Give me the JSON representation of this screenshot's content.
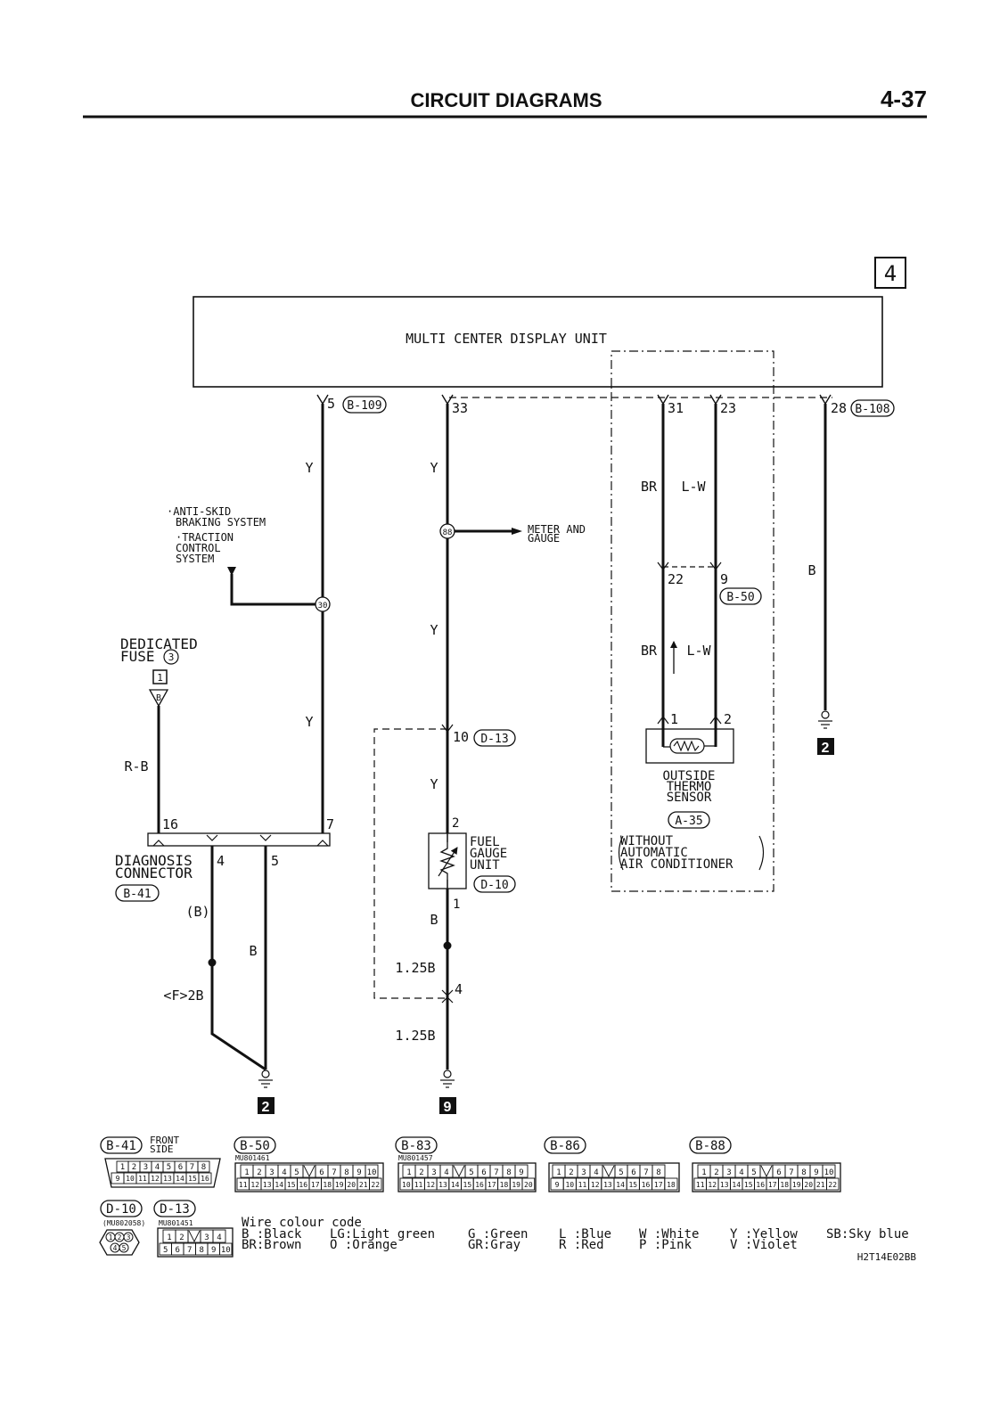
{
  "header": {
    "title": "CIRCUIT DIAGRAMS",
    "page_number": "4-37"
  },
  "sheet_box": "4",
  "unit_label": "MULTI CENTER DISPLAY UNIT",
  "terminals": {
    "t5": "5",
    "c_b109": "B-109",
    "t33": "33",
    "t31": "31",
    "t23": "23",
    "t28": "28",
    "c_b108": "B-108",
    "t22": "22",
    "t9": "9",
    "c_b50": "B-50",
    "t1s": "1",
    "t2s": "2",
    "t10": "10",
    "c_d13": "D-13",
    "t2f": "2",
    "t1f": "1",
    "t4": "4",
    "t16": "16",
    "t7": "7",
    "t4d": "4",
    "t5d": "5"
  },
  "wires": {
    "w_y1": "Y",
    "w_y2": "Y",
    "w_y3": "Y",
    "w_y4": "Y",
    "w_y5": "Y",
    "w_br1": "BR",
    "w_lw1": "L-W",
    "w_br2": "BR",
    "w_lw2": "L-W",
    "w_b_right": "B",
    "w_rb": "R-B",
    "w_b_paren": "(B)",
    "w_b_diag": "B",
    "w_f2b": "<F>2B",
    "w_b_fuel": "B",
    "w_125b_1": "1.25B",
    "w_125b_2": "1.25B"
  },
  "joints": {
    "j88": "88",
    "j30": "30"
  },
  "labels": {
    "abs_1": "·ANTI-SKID",
    "abs_2": "BRAKING SYSTEM",
    "tcs_1": "·TRACTION",
    "tcs_2": "CONTROL",
    "tcs_3": "SYSTEM",
    "meter_1": "METER AND",
    "meter_2": "GAUGE",
    "fuse_1": "DEDICATED",
    "fuse_2": "FUSE",
    "fuse_num": "3",
    "fuse_box": "1",
    "fuse_tri": "B",
    "diag_1": "DIAGNOSIS",
    "diag_2": "CONNECTOR",
    "diag_conn": "B-41",
    "fuel_1": "FUEL",
    "fuel_2": "GAUGE",
    "fuel_3": "UNIT",
    "fuel_conn": "D-10",
    "sensor_1": "OUTSIDE",
    "sensor_2": "THERMO",
    "sensor_3": "SENSOR",
    "sensor_conn": "A-35",
    "wo_1": "WITHOUT",
    "wo_2": "AUTOMATIC",
    "wo_3": "AIR CONDITIONER"
  },
  "grounds": {
    "g_right": "2",
    "g_left": "2",
    "g_mid": "9"
  },
  "connectors": {
    "b41": {
      "name": "B-41",
      "note_1": "FRONT",
      "note_2": "SIDE",
      "row1": [
        "1",
        "2",
        "3",
        "4",
        "5",
        "6",
        "7",
        "8"
      ],
      "row2": [
        "9",
        "10",
        "11",
        "12",
        "13",
        "14",
        "15",
        "16"
      ]
    },
    "b50": {
      "name": "B-50",
      "part": "MU801461",
      "row1": [
        "1",
        "2",
        "3",
        "4",
        "5",
        "",
        "6",
        "7",
        "8",
        "9",
        "10"
      ],
      "row2": [
        "11",
        "12",
        "13",
        "14",
        "15",
        "16",
        "17",
        "18",
        "19",
        "20",
        "21",
        "22"
      ]
    },
    "b83": {
      "name": "B-83",
      "part": "MU801457",
      "row1": [
        "1",
        "2",
        "3",
        "4",
        "",
        "5",
        "6",
        "7",
        "8",
        "9"
      ],
      "row2": [
        "10",
        "11",
        "12",
        "13",
        "14",
        "15",
        "16",
        "17",
        "18",
        "19",
        "20"
      ]
    },
    "b86": {
      "name": "B-86",
      "row1": [
        "1",
        "2",
        "3",
        "4",
        "",
        "5",
        "6",
        "7",
        "8"
      ],
      "row2": [
        "9",
        "10",
        "11",
        "12",
        "13",
        "14",
        "15",
        "16",
        "17",
        "18"
      ]
    },
    "b88": {
      "name": "B-88",
      "row1": [
        "1",
        "2",
        "3",
        "4",
        "5",
        "",
        "6",
        "7",
        "8",
        "9",
        "10"
      ],
      "row2": [
        "11",
        "12",
        "13",
        "14",
        "15",
        "16",
        "17",
        "18",
        "19",
        "20",
        "21",
        "22"
      ]
    },
    "d10": {
      "name": "D-10",
      "part": "(MU802058)",
      "pins": [
        "1",
        "2",
        "3",
        "4",
        "5"
      ]
    },
    "d13": {
      "name": "D-13",
      "part": "MU801451",
      "row1": [
        "1",
        "2",
        "",
        "3",
        "4"
      ],
      "row2": [
        "5",
        "6",
        "7",
        "8",
        "9",
        "10"
      ]
    }
  },
  "colour_code": {
    "title": "Wire colour code",
    "row1": [
      "B :Black",
      "LG:Light green",
      "G :Green",
      "L :Blue",
      "W :White",
      "Y :Yellow",
      "SB:Sky blue"
    ],
    "row2": [
      "BR:Brown",
      "O :Orange",
      "GR:Gray",
      "R :Red",
      "P :Pink",
      "V :Violet"
    ]
  },
  "figure_code": "H2T14E02BB"
}
